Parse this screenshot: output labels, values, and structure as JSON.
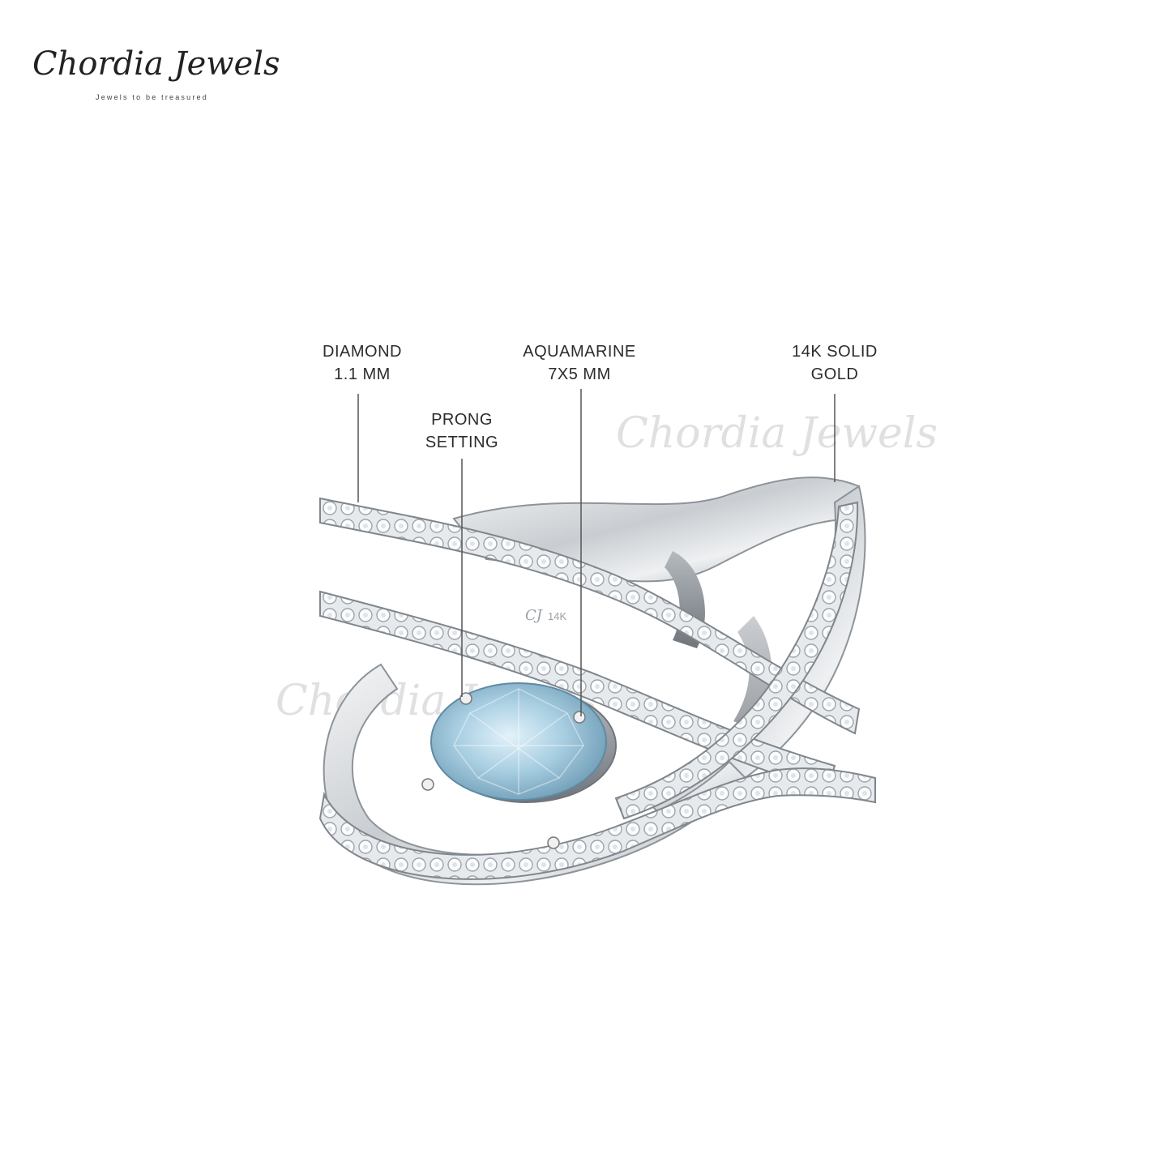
{
  "brand": {
    "name": "Chordia Jewels",
    "tagline": "Jewels to be treasured"
  },
  "callouts": {
    "diamond": {
      "line1": "DIAMOND",
      "line2": "1.1 MM"
    },
    "prong": {
      "line1": "PRONG",
      "line2": "SETTING"
    },
    "aquamarine": {
      "line1": "AQUAMARINE",
      "line2": "7X5 MM"
    },
    "gold": {
      "line1": "14K SOLID",
      "line2": "GOLD"
    }
  },
  "hallmark": {
    "logo": "CJ",
    "karat": "14K"
  },
  "watermark": {
    "text": "Chordia Jewels"
  },
  "colors": {
    "metal": "#d9dcdf",
    "metal_shadow": "#8e9399",
    "gem": "#a9cfe2",
    "diamond": "#f4f6f8",
    "leader_line": "#555555"
  }
}
